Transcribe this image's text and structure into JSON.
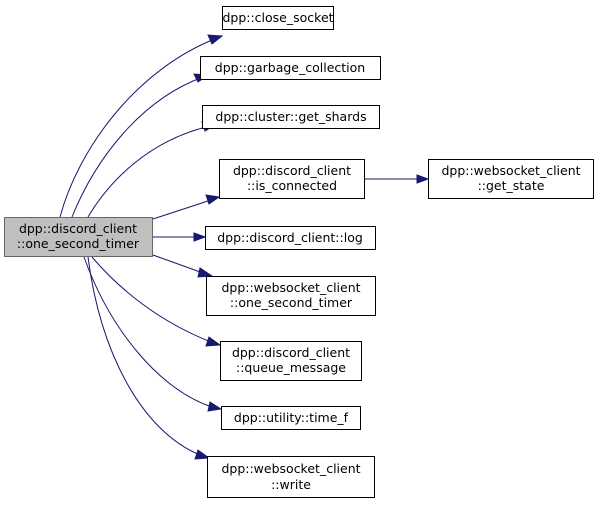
{
  "colors": {
    "edge": "#191970",
    "root_fill": "#bfbfbf",
    "node_fill": "#ffffff",
    "node_stroke": "#000000"
  },
  "nodes": {
    "root": {
      "line1": "dpp::discord_client",
      "line2": "::one_second_timer"
    },
    "close_socket": {
      "line1": "dpp::close_socket"
    },
    "garbage_collection": {
      "line1": "dpp::garbage_collection"
    },
    "get_shards": {
      "line1": "dpp::cluster::get_shards"
    },
    "is_connected": {
      "line1": "dpp::discord_client",
      "line2": "::is_connected"
    },
    "get_state": {
      "line1": "dpp::websocket_client",
      "line2": "::get_state"
    },
    "log": {
      "line1": "dpp::discord_client::log"
    },
    "ws_one_second_timer": {
      "line1": "dpp::websocket_client",
      "line2": "::one_second_timer"
    },
    "queue_message": {
      "line1": "dpp::discord_client",
      "line2": "::queue_message"
    },
    "time_f": {
      "line1": "dpp::utility::time_f"
    },
    "write": {
      "line1": "dpp::websocket_client",
      "line2": "::write"
    }
  }
}
